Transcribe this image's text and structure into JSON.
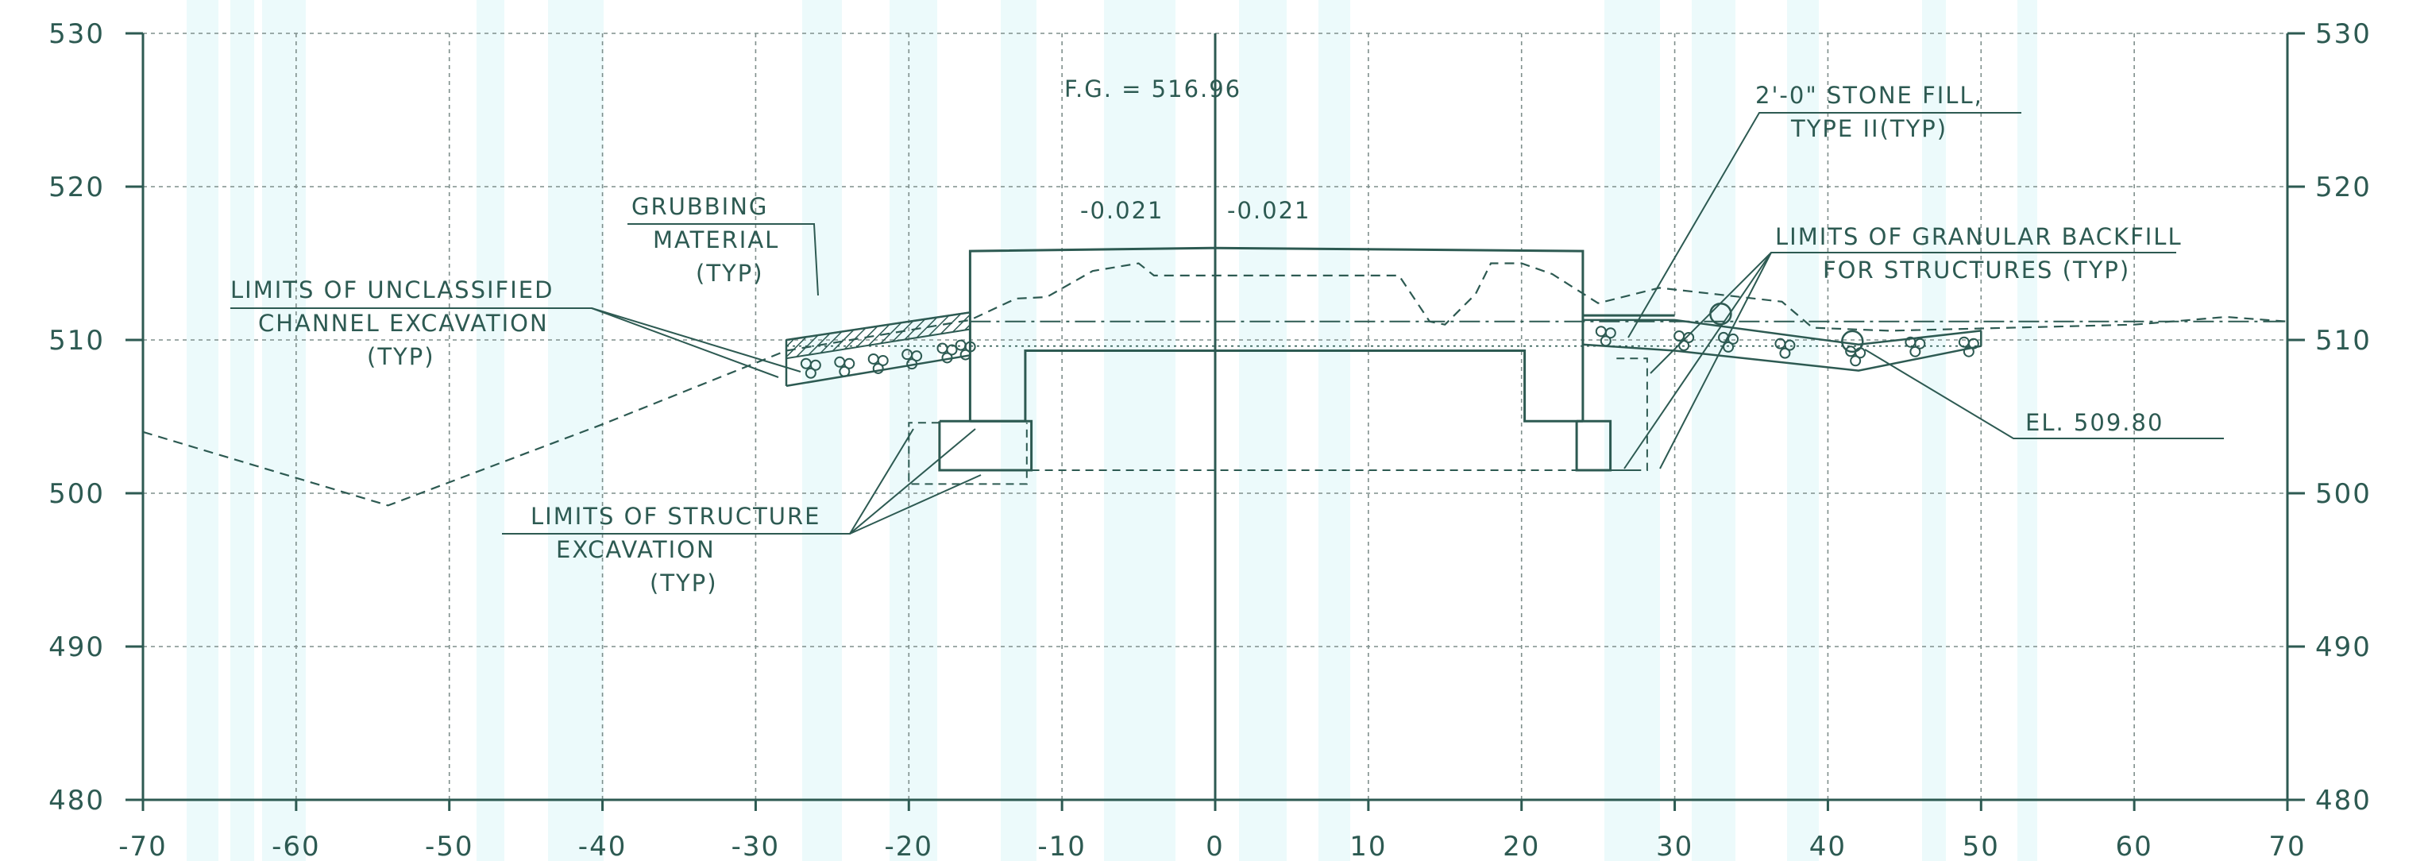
{
  "colors": {
    "ink": "#2d5a52",
    "grid": "#7f8f8c",
    "scan_tint": "#dff7f9",
    "paper": "#ffffff"
  },
  "axes": {
    "x_range": [
      -70,
      70
    ],
    "y_range": [
      480,
      530
    ],
    "x_ticks": [
      "-70",
      "-60",
      "-50",
      "-40",
      "-30",
      "-20",
      "-10",
      "0",
      "10",
      "20",
      "30",
      "40",
      "50",
      "60",
      "70"
    ],
    "y_ticks": [
      "530",
      "520",
      "510",
      "500",
      "490",
      "480"
    ],
    "grid": "dashed"
  },
  "notes": {
    "finish_grade": "F.G. = 516.96",
    "slope_left": "-0.021",
    "slope_right": "-0.021",
    "grubbing_l1": "GRUBBING",
    "grubbing_l2": "MATERIAL",
    "grubbing_l3": "(TYP)",
    "unclassified_l1": "LIMITS OF UNCLASSIFIED",
    "unclassified_l2": "CHANNEL EXCAVATION",
    "unclassified_l3": "(TYP)",
    "structure_l1": "LIMITS OF STRUCTURE",
    "structure_l2": "EXCAVATION",
    "structure_l3": "(TYP)",
    "stone_l1": "2'-0\" STONE FILL,",
    "stone_l2": "TYPE II(TYP)",
    "granular_l1": "LIMITS OF GRANULAR BACKFILL",
    "granular_l2": "FOR STRUCTURES (TYP)",
    "elevation": "EL. 509.80"
  },
  "profiles": {
    "existing_ground": [
      [
        -70,
        504
      ],
      [
        -54,
        499.2
      ],
      [
        -40,
        504.5
      ],
      [
        -28,
        509.3
      ],
      [
        -16,
        511.3
      ],
      [
        -13,
        512.7
      ],
      [
        -11,
        512.8
      ],
      [
        -8,
        514.5
      ],
      [
        -5,
        515
      ],
      [
        -4,
        514.2
      ],
      [
        12,
        514.2
      ],
      [
        14,
        511.2
      ],
      [
        15,
        511
      ],
      [
        17,
        513
      ],
      [
        18,
        515
      ],
      [
        20,
        515
      ],
      [
        22,
        514.3
      ],
      [
        25,
        512.4
      ],
      [
        29,
        513.4
      ],
      [
        37,
        512.5
      ],
      [
        39,
        510.8
      ],
      [
        44,
        510.6
      ],
      [
        60,
        511
      ],
      [
        66,
        511.5
      ],
      [
        70,
        511.2
      ]
    ],
    "design_grade": [
      [
        -16,
        511.2
      ],
      [
        70,
        511.2
      ]
    ],
    "water_surface": [
      [
        -28,
        509.6
      ],
      [
        50,
        509.6
      ]
    ]
  },
  "structure": {
    "deck_top_elev": 516.0,
    "deck_edge_elev": 515.8,
    "wall_left_x": -16,
    "wall_right_x": 24,
    "wingwall_top_elev": 511.6,
    "inner_top_elev": 509.3,
    "inner_left_x": -12.4,
    "inner_right_x": 20.2,
    "footing_top_elev": 504.7,
    "footing_bottom_elev": 501.5,
    "left_footing_x": [
      -18,
      -12
    ],
    "right_footing_x": [
      23.6,
      25.8
    ]
  },
  "excavation": {
    "left_outline": [
      [
        -18,
        504.6
      ],
      [
        -20,
        504.6
      ],
      [
        -20,
        500.6
      ],
      [
        -12.3,
        500.6
      ],
      [
        -12.3,
        504.6
      ]
    ],
    "right_outline": [
      [
        26.2,
        508.8
      ],
      [
        28.2,
        508.8
      ],
      [
        28.2,
        501.5
      ],
      [
        25.8,
        501.5
      ]
    ],
    "bottom_line": [
      [
        -12,
        501.5
      ],
      [
        27.5,
        501.5
      ]
    ]
  },
  "channel_fill": {
    "left_band_top": [
      [
        -28,
        510
      ],
      [
        -16,
        511.8
      ]
    ],
    "left_band_bottom": [
      [
        -28,
        507
      ],
      [
        -16,
        509
      ]
    ],
    "grubbing_top": [
      [
        -28,
        510
      ],
      [
        -16,
        511.8
      ]
    ],
    "grubbing_bottom": [
      [
        -28,
        508.8
      ],
      [
        -16,
        510.7
      ]
    ],
    "right_band_top": [
      [
        24,
        511.3
      ],
      [
        30,
        511.3
      ],
      [
        42,
        509.7
      ],
      [
        50,
        510.6
      ]
    ],
    "right_band_bottom": [
      [
        24,
        509.7
      ],
      [
        30,
        509.3
      ],
      [
        42,
        508
      ],
      [
        50,
        509.6
      ]
    ],
    "rocks": [
      [
        -26.4,
        508.2
      ],
      [
        -24.2,
        508.3
      ],
      [
        -22,
        508.5
      ],
      [
        -19.8,
        508.8
      ],
      [
        -17.5,
        509.2
      ],
      [
        -16.3,
        509.4
      ],
      [
        25.5,
        510.3
      ],
      [
        30.6,
        510
      ],
      [
        33.5,
        509.9
      ],
      [
        37.2,
        509.5
      ],
      [
        41.8,
        509
      ],
      [
        45.7,
        509.6
      ],
      [
        49.2,
        509.6
      ]
    ],
    "circles": [
      [
        33,
        511.7
      ],
      [
        41.6,
        509.9
      ]
    ]
  }
}
